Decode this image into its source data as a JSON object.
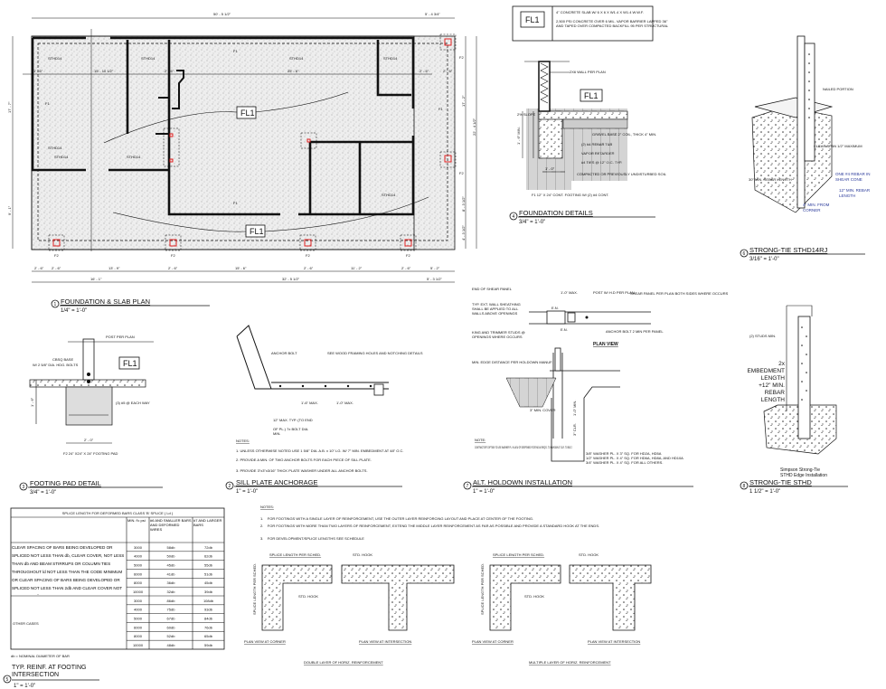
{
  "plan": {
    "title": "FOUNDATION & SLAB PLAN",
    "number": "1",
    "scale": "1/4\" = 1'-0\"",
    "tag": "FL1",
    "footing_labels": [
      "F1",
      "F2"
    ],
    "hold_down": "STHD14",
    "dims_top": [
      "50' - 5 1/2\"",
      "5' - 4 3/4\""
    ],
    "dims_row": [
      "1' - 6\"",
      "15' - 10 1/2\"",
      "2' - 6\"",
      "25' - 6\"",
      "2' - 6\"",
      "2' - 6\""
    ],
    "dims_bottom_1": [
      "2' - 6\"",
      "2' - 6\"",
      "13' - 9\"",
      "2' - 6\"",
      "15' - 6\"",
      "2' - 6\"",
      "11' - 2\"",
      "2' - 6\"",
      "5' - 2\""
    ],
    "dims_bottom_2": [
      "16' - 1\"",
      "32' - 5 1/2\"",
      "5' - 3 1/2\""
    ],
    "dims_left": [
      "17' - 7\"",
      "9' - 1\""
    ],
    "dims_right": [
      "17' - 2\"",
      "22' - 4 1/2\"",
      "8' - 3 1/2\"",
      "4' - 3 1/2\""
    ]
  },
  "legend": {
    "tag": "FL1",
    "line1": "4\" CONCRETE SLAB W/ 6 X 6 X W1.4 X W1.4 W.W.F.",
    "line2": "2,500 PSI CONCRETE OVER 6 MIL. VAPOR BARRIER LAPPED 36\"",
    "line3": "AND TAPED OVER COMPACTED BACKFILL 95 PER STRUCTURAL"
  },
  "foundation_details": {
    "title": "FOUNDATION DETAILS",
    "number": "4",
    "scale": "3/4\" = 1'-0\"",
    "tag": "FL1",
    "labels": [
      "2X6 WALL PER PLAN",
      "2% SLOPE",
      "GRAVEL BASE 2\" COIL, THICK 4\" MIN.",
      "(2) #4 REBAR T&B",
      "VAPOR RETARDER",
      "#4 TIES @ 12\" O.C. TYP.",
      "COMPACTED OR PREVIOUSLY UNDISTURBED SOIL",
      "1' - 0\"",
      "1' - 6\" MIN."
    ],
    "caption": "F1 12\" X 24\" CONT. FOOTING W/ (2) #4 CONT."
  },
  "sthd14rj": {
    "title": "STRONG-TIE STHD14RJ",
    "number": "6",
    "scale": "3/16\" = 1'-0\"",
    "labels": [
      "NAILED PORTION",
      "CLEAR SPAN 1/2\" MAXIMUM",
      "30\" MIN. REBAR LENGTH",
      "ONE #4 REBAR IN SHEAR CONE",
      "4\" MIN. FROM CORNER",
      "12\" MIN. REBAR LENGTH"
    ]
  },
  "footing_pad": {
    "title": "FOOTING PAD DETAIL",
    "number": "3",
    "scale": "3/4\" = 1'-0\"",
    "tag": "FL1",
    "labels": [
      "POST PER PLAN",
      "CBSQ BASE",
      "W/ 2 5/8\" DIA. HDG. BOLTS",
      "(3) #5 @ EACH WAY",
      "2' - 0\"",
      "1' - 6\""
    ],
    "caption": "F2 24\" X24\" X 24\" FOOTING PAD"
  },
  "sill_plate": {
    "title": "SILL PLATE ANCHORAGE",
    "number": "2",
    "scale": "1\" = 1'-0\"",
    "labels": [
      "ANCHOR BOLT",
      "SEE WOOD FRAMING HOLES AND NOTCHING DETAILS",
      "1'-6\" MAX.",
      "1'-0\" MAX.",
      "12\" MAX. TYP. (TO END",
      "OF PL.) 7x BOLT DIA.",
      "MIN."
    ],
    "notes_heading": "NOTES:",
    "notes": [
      "UNLESS OTHERWISE NOTED USE 1 5/8\" DIA. A.B. x 10\" LG. W/ 7\" MIN. EMBEDMENT AT 48\" O.C.",
      "PROVIDE A MIN. OF TWO ANCHOR BOLTS FOR EACH PIECE OF SILL PLATE.",
      "PROVIDE 3\"x3\"x3/16\" THICK PLATE WASHER UNDER ALL ANCHOR BOLTS."
    ]
  },
  "holdown": {
    "title": "ALT. HOLDOWN INSTALLATION",
    "number": "7",
    "scale": "1\" = 1'-0\"",
    "plan_view": "PLAN VIEW",
    "labels": [
      "END OF SHEAR PANEL",
      "1'-0\" MAX.",
      "POST W/ H.D PER PLAN",
      "SHEAR PANEL PER PLAN BOTH SIDES WHERE OCCURS",
      "TYP. EXT. WALL SHEATHING SHALL BE APPLIED TO ALL WALLS ABOVE OPENINGS",
      "E.N.",
      "E.N.",
      "KING AND TRIMMER STUDS @ OPENINGS WHERE OCCURS",
      "ANCHOR BOLT 2 MIN PER PANEL",
      "MIN. EDGE DISTANCE PER HOLDOWN MANUF.",
      "3\" MIN. COVER",
      "1'-0\" MIN.",
      "3\" CLR."
    ],
    "note_heading": "NOTE:",
    "note": "CONTRACTOR'S OPTION TO USE WASHER PL. IN LIEU OF DEEPENED FOOTING AS REQ'D. TO MAINTAIN 3\" CLR. TO BOLT.",
    "washers": [
      "3/8\" WASHER PL. X 3\" SQ. FOR HD2A, HD5A",
      "1/2\" WASHER PL. X 4\" SQ. FOR HD6A, HD8A, AND HD10A",
      "3/4\" WASHER PL. X 4\" SQ. FOR ALL OTHERS."
    ]
  },
  "sthd": {
    "title": "STRONG-TIE STHD",
    "number": "8",
    "scale": "1 1/2\" = 1'-0\"",
    "labels": [
      "(2) STUDS MIN.",
      "2x",
      "EMBEDMENT",
      "LENGTH",
      "+12\" MIN.",
      "REBAR",
      "LENGTH"
    ],
    "caption1": "Simpson Strong-Tie",
    "caption2": "STHD Edge Installation"
  },
  "splice_table": {
    "title": "SPLICE LENGTH FOR DEFORMED BARS CLASS 'B' SPLICE ( Ld )",
    "headers": [
      "MIN. f'c psi",
      "#6 AND SMALLER BARS AND DEFORMED WIRES",
      "#7 AND LARGER BARS"
    ],
    "group1": "CLEAR SPACING OF BARS BEING DEVELOPED OR SPLICED NOT LESS THAN db, CLEAR COVER, NOT LESS THAN db AND BEAM STIRRUPS OR COLUMN TIES THROUGHOUT ld NOT LESS THAN THE CODE MINIMUM OR CLEAR SPACING OF BARS BEING DEVELOPED OR SPLICED NOT LESS THAN 2db AND CLEAR COVER NOT LESS THAN db",
    "group2": "OTHER CASES",
    "rows": [
      [
        "3000",
        "58db",
        "72db"
      ],
      [
        "4000",
        "50db",
        "62db"
      ],
      [
        "5000",
        "45db",
        "55db"
      ],
      [
        "6000",
        "41db",
        "51db"
      ],
      [
        "8000",
        "36db",
        "45db"
      ],
      [
        "10000",
        "32db",
        "39db"
      ],
      [
        "3000",
        "86db",
        "108db"
      ],
      [
        "4000",
        "75db",
        "93db"
      ],
      [
        "5000",
        "67db",
        "84db"
      ],
      [
        "6000",
        "60db",
        "76db"
      ],
      [
        "8000",
        "52db",
        "65db"
      ],
      [
        "10000",
        "48db",
        "59db"
      ]
    ],
    "footnote": "db = NOMINAL DIAMETER OF BAR"
  },
  "reinf": {
    "title": "TYP. REINF. AT FOOTING INTERSECTION",
    "number": "5",
    "scale": "1\" = 1'-0\"",
    "notes_heading": "NOTES:",
    "notes": [
      "FOR FOOTINGS WITH A SINGLE LAYER OF REINFORCEMENT, USE THE OUTER LAYER REINFORCING LAYOUT AND PLACE AT CENTER OF THE FOOTING.",
      "FOR FOOTINGS WITH MORE THAN TWO LAYERS OF REINFORCEMENT, EXTEND THE MIDDLE LAYER REINFORCEMENT AS FAR AS POSSIBLE AND PROVIDE A STANDARD HOOK AT THE ENDS.",
      "FOR DEVELOPMENT/SPLICE LENGTHS SEE SCHEDULE"
    ],
    "splice_label": "SPLICE LENGTH PER SCHED.",
    "std_hook": "STD. HOOK",
    "corner": "PLAN VIEW AT CORNER",
    "intersection": "PLAN VIEW AT INTERSECTION",
    "double": "DOUBLE LAYER OF HORIZ. REINFORCEMENT",
    "multiple": "MULTIPLE LAYER OF HORIZ. REINFORCEMENT"
  },
  "colors": {
    "line": "#111111",
    "hold_down": "#e02020",
    "note_blue": "#2a3a9a"
  }
}
